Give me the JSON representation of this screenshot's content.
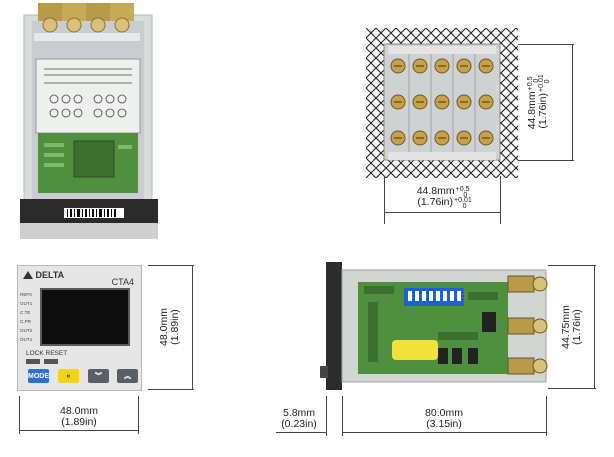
{
  "top_right": {
    "vertical_dim": {
      "main": "44.8mm",
      "tol_top": "+0.5",
      "tol_bot": "0",
      "imperial": "(1.76in)",
      "itol_top": "+0.01",
      "itol_bot": "0"
    },
    "horizontal_dim": {
      "main": "44.8mm",
      "tol_top": "+0.5",
      "tol_bot": "0",
      "imperial": "(1.76in)",
      "itol_top": "+0.01",
      "itol_bot": "0"
    }
  },
  "front": {
    "brand": "DELTA",
    "model": "CTA4",
    "indicators": [
      "REF0",
      "OUT1",
      "C.TE",
      "C.PR",
      "OUT2",
      "OUT1"
    ],
    "lock_reset_label": "LOCK RESET",
    "mode_label": "MODE",
    "height_dim": {
      "mm": "48.0mm",
      "in": "(1.89in)"
    },
    "width_dim": {
      "mm": "48.0mm",
      "in": "(1.89in)"
    }
  },
  "side": {
    "height_dim": {
      "mm": "44.75mm",
      "in": "(1.76in)"
    },
    "bezel_dim": {
      "mm": "5.8mm",
      "in": "(0.23in)"
    },
    "depth_dim": {
      "mm": "80.0mm",
      "in": "(3.15in)"
    }
  },
  "colors": {
    "pcb_green": "#4f8f3e",
    "mode_button": "#2f6fd6",
    "back_button": "#f2d21a",
    "nav_button": "#5a5f66",
    "dip_switch": "#1f5fd6",
    "label_yellow": "#f1e23b"
  }
}
